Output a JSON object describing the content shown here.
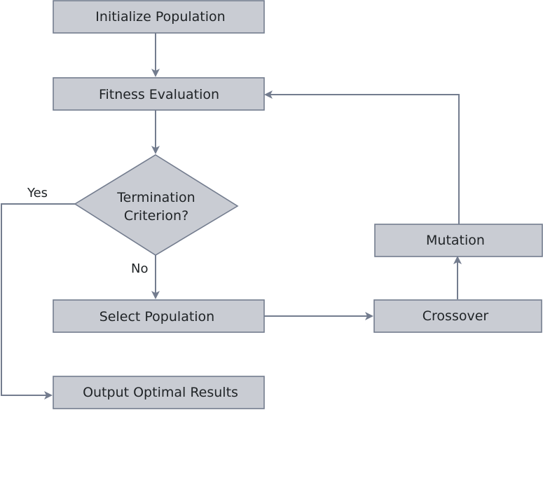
{
  "diagram": {
    "colors": {
      "node_fill": "#c9ccd3",
      "node_stroke": "#737c8e",
      "edge": "#737c8e",
      "text": "#1f2326"
    },
    "nodes": {
      "init": "Initialize Population",
      "fitness": "Fitness Evaluation",
      "decision_line1": "Termination",
      "decision_line2": "Criterion?",
      "select": "Select Population",
      "crossover": "Crossover",
      "mutation": "Mutation",
      "output": "Output Optimal Results"
    },
    "edge_labels": {
      "yes": "Yes",
      "no": "No"
    }
  }
}
